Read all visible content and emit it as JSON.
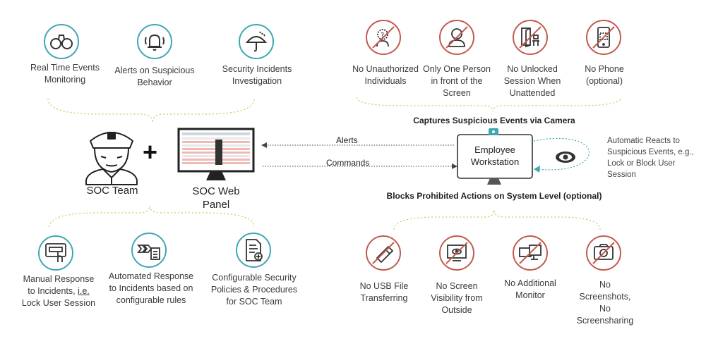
{
  "soc_functions": [
    {
      "label": "Real Time Events Monitoring",
      "icon": "binoculars-icon"
    },
    {
      "label": "Alerts on Suspicious Behavior",
      "icon": "alarm-bell-icon"
    },
    {
      "label": "Security Incidents Investigation",
      "icon": "umbrella-icon"
    }
  ],
  "soc_team_label": "SOC Team",
  "plus": "+",
  "soc_panel_label": "SOC Web Panel",
  "arrows": {
    "alerts": "Alerts",
    "commands": "Commands"
  },
  "workstation_label": "Employee Workstation",
  "camera_header": "Captures Suspicious Events via Camera",
  "blocks_header": "Blocks Prohibited Actions on System Level (optional)",
  "auto_react": "Automatic Reacts to Suspicious Events, e.g., Lock or Block User Session",
  "camera_rules": [
    {
      "label": "No Unauthorized Individuals",
      "icon": "unknown-person-icon"
    },
    {
      "label": "Only One Person in front of the Screen",
      "icon": "person-icon"
    },
    {
      "label": "No Unlocked Session When Unattended",
      "icon": "empty-desk-icon"
    },
    {
      "label": "No Phone (optional)",
      "icon": "phone-camera-icon"
    }
  ],
  "responses": [
    {
      "label_pre": "Manual Response to Incidents, ",
      "label_u": "i.e.",
      "label_post": " Lock User Session",
      "icon": "touch-screen-icon"
    },
    {
      "label": "Automated Response to Incidents based on configurable rules",
      "icon": "automation-icon"
    },
    {
      "label": "Configurable Security Policies & Procedures for SOC Team",
      "icon": "policy-document-icon"
    }
  ],
  "system_blocks": [
    {
      "label": "No USB File Transferring",
      "icon": "usb-drive-icon"
    },
    {
      "label": "No Screen Visibility from Outside",
      "icon": "screen-eye-icon"
    },
    {
      "label": "No Additional Monitor",
      "icon": "dual-monitor-icon"
    },
    {
      "label": "No Screenshots, No Screensharing",
      "icon": "screenshot-camera-icon"
    }
  ]
}
